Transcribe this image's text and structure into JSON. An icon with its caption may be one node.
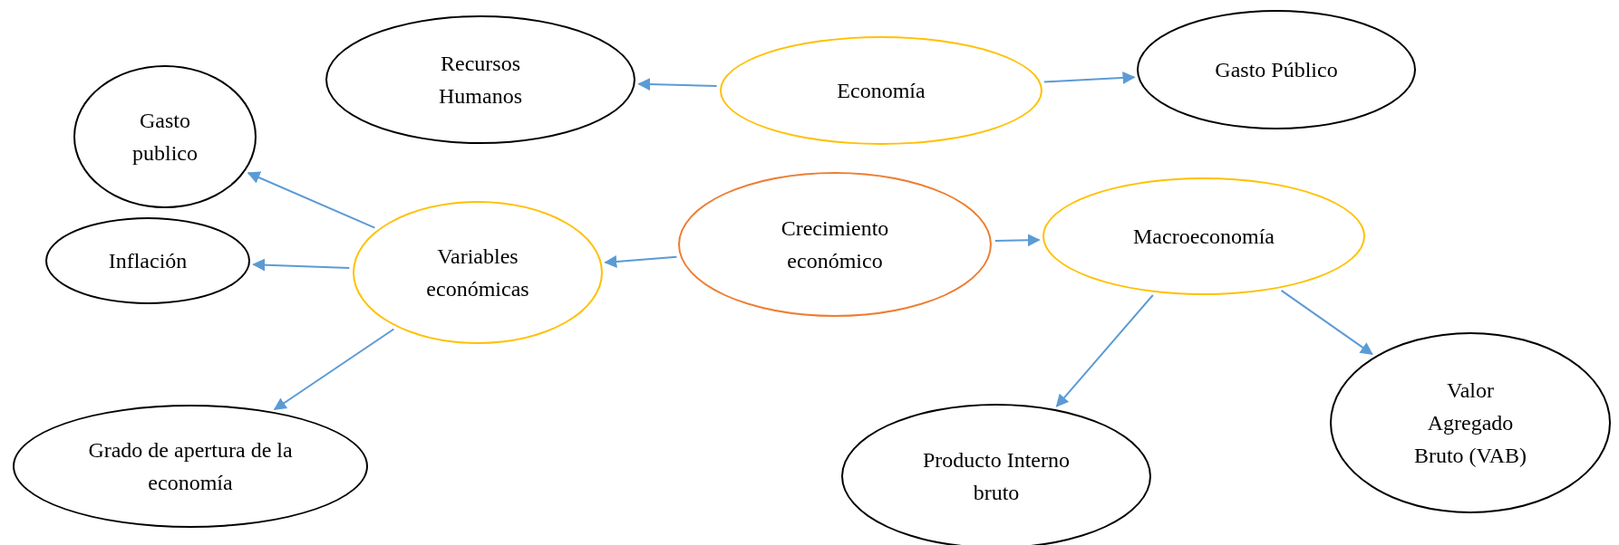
{
  "diagram": {
    "nodes": [
      {
        "text": [
          "Recursos Humanos"
        ]
      },
      {
        "text": [
          "Economía"
        ]
      },
      {
        "text": [
          "Gasto Público"
        ]
      },
      {
        "text": [
          "Gasto publico"
        ]
      },
      {
        "text": [
          "Inflación"
        ]
      },
      {
        "text": [
          "Variables económicas"
        ]
      },
      {
        "text": [
          "Crecimiento económico"
        ]
      },
      {
        "text": [
          "Macroeconomía"
        ]
      },
      {
        "text": [
          "Grado de apertura de la economía"
        ]
      },
      {
        "text": [
          "Producto Interno bruto"
        ]
      },
      {
        "text": [
          "Valor Agregado Bruto (VAB)"
        ]
      }
    ],
    "edges": [
      {
        "from": 1,
        "to": 0,
        "arrow": "to"
      },
      {
        "from": 1,
        "to": 2,
        "arrow": "to"
      },
      {
        "from": 5,
        "to": 3,
        "arrow": "to"
      },
      {
        "from": 5,
        "to": 4,
        "arrow": "to"
      },
      {
        "from": 5,
        "to": 8,
        "arrow": "to"
      },
      {
        "from": 6,
        "to": 5,
        "arrow": "to"
      },
      {
        "from": 6,
        "to": 7,
        "arrow": "to"
      },
      {
        "from": 7,
        "to": 9,
        "arrow": "to"
      },
      {
        "from": 7,
        "to": 10,
        "arrow": "to"
      }
    ]
  }
}
